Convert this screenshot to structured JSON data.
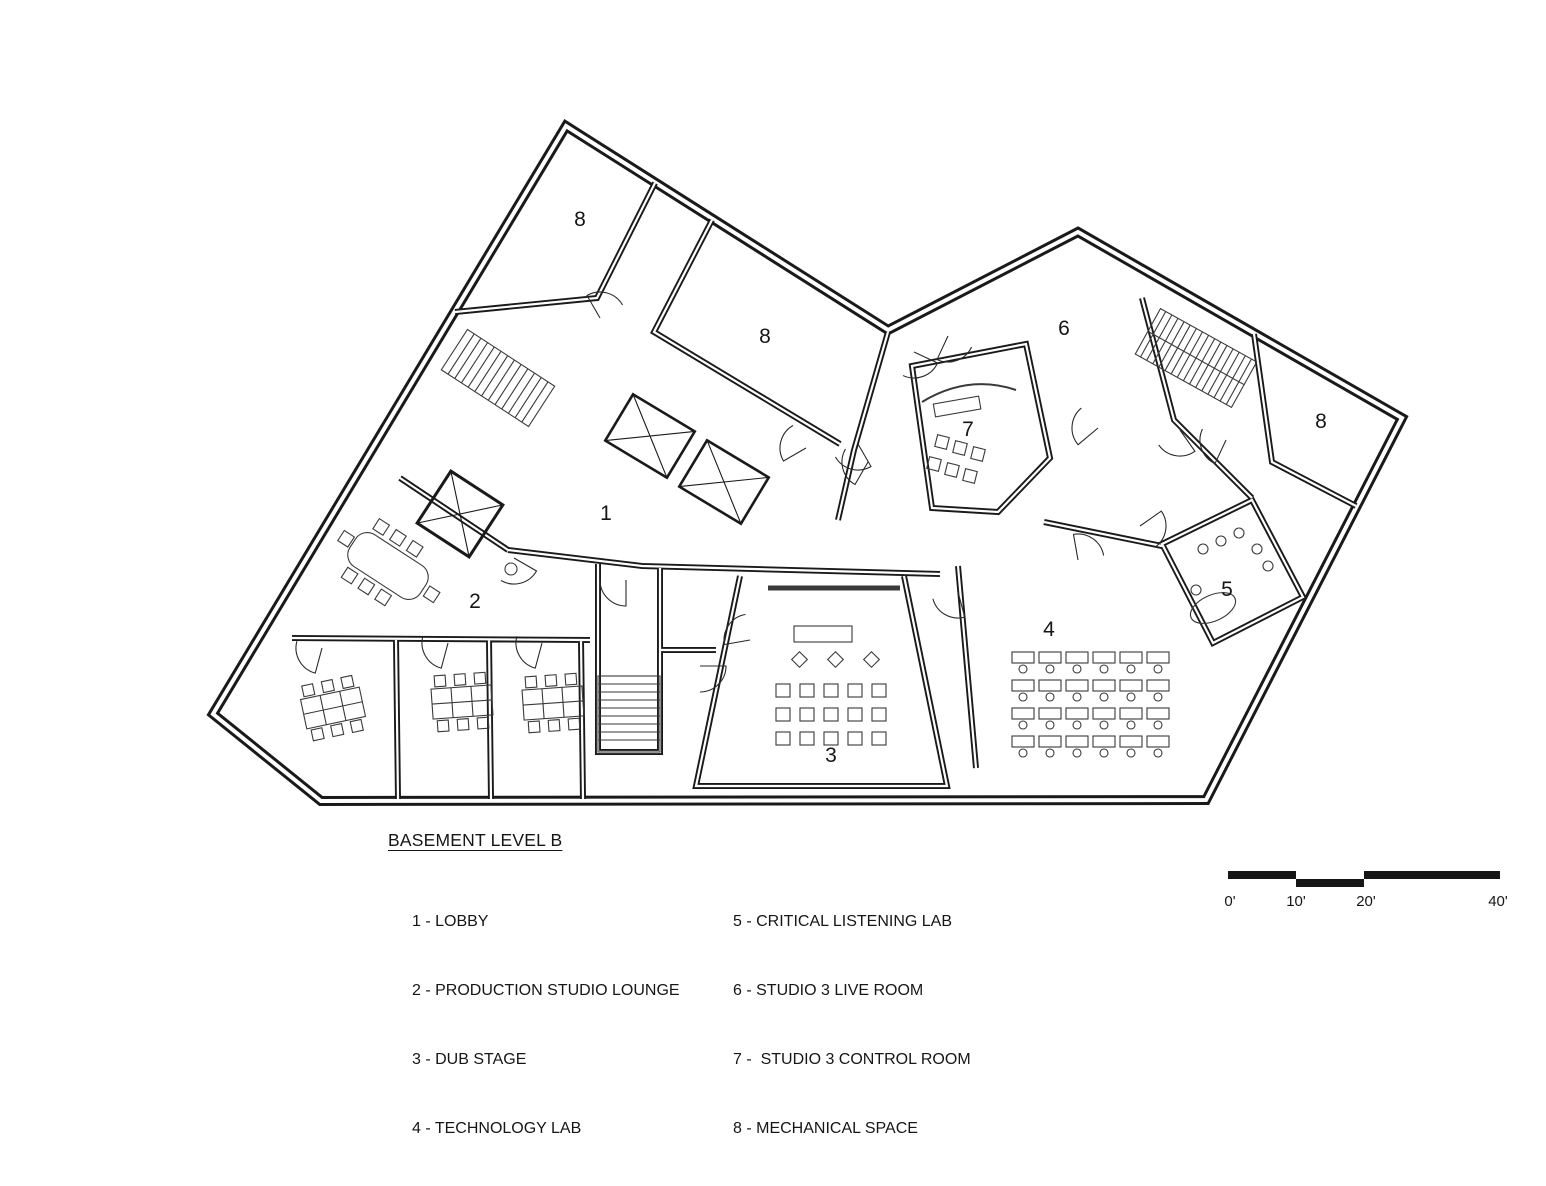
{
  "plan": {
    "labels": [
      {
        "n": "8"
      },
      {
        "n": "8"
      },
      {
        "n": "6"
      },
      {
        "n": "8"
      },
      {
        "n": "7"
      },
      {
        "n": "1"
      },
      {
        "n": "5"
      },
      {
        "n": "2"
      },
      {
        "n": "4"
      },
      {
        "n": "3"
      }
    ]
  },
  "legend": {
    "title": "BASEMENT LEVEL B",
    "columns": [
      [
        "1 - LOBBY",
        "2 - PRODUCTION STUDIO LOUNGE",
        "3 - DUB STAGE",
        "4 - TECHNOLOGY LAB"
      ],
      [
        "5 - CRITICAL LISTENING LAB",
        "6 - STUDIO 3 LIVE ROOM",
        "7 -  STUDIO 3 CONTROL ROOM",
        "8 - MECHANICAL SPACE"
      ]
    ]
  },
  "scale_bar": {
    "labels": [
      "0'",
      "10'",
      "20'",
      "40'"
    ]
  },
  "colors": {
    "ink": "#1a1a1a",
    "background": "#ffffff"
  }
}
